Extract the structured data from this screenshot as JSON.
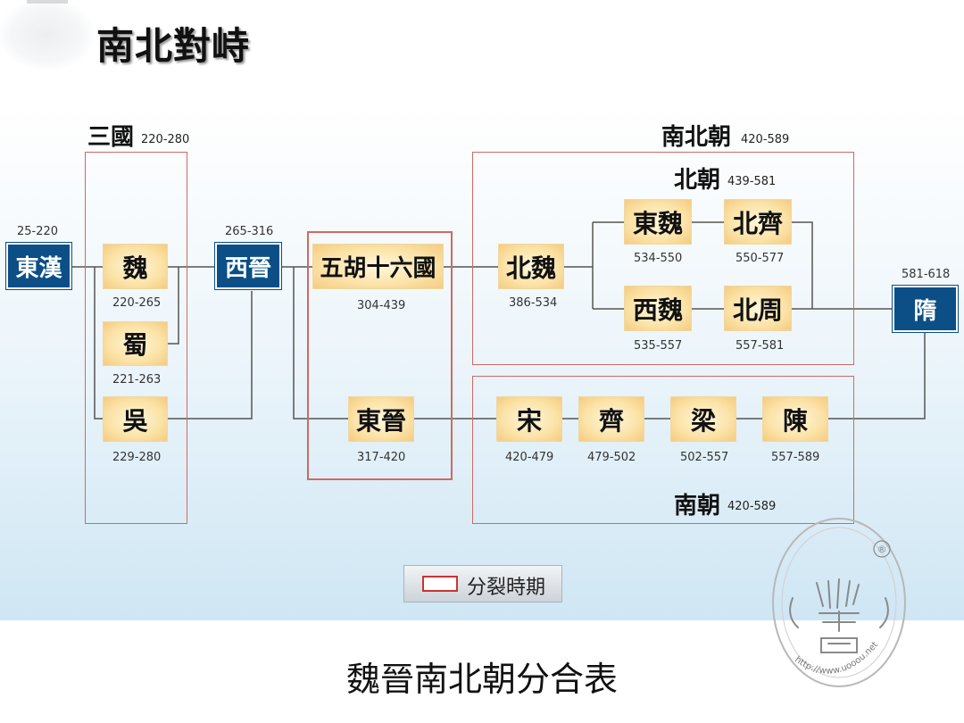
{
  "page": {
    "title": "南北對峙",
    "caption": "魏晉南北朝分合表"
  },
  "groups": {
    "three_kingdoms": {
      "label": "三國",
      "years": "220-280"
    },
    "north_south": {
      "label": "南北朝",
      "years": "420-589"
    },
    "northern": {
      "label": "北朝",
      "years": "439-581"
    },
    "southern": {
      "label": "南朝",
      "years": "420-589"
    }
  },
  "nodes": {
    "donghan": {
      "name": "東漢",
      "years": "25-220"
    },
    "wei": {
      "name": "魏",
      "years": "220-265"
    },
    "shu": {
      "name": "蜀",
      "years": "221-263"
    },
    "wu": {
      "name": "吳",
      "years": "229-280"
    },
    "xijin": {
      "name": "西晉",
      "years": "265-316"
    },
    "wuhu": {
      "name": "五胡十六國",
      "years": "304-439"
    },
    "dongjin": {
      "name": "東晉",
      "years": "317-420"
    },
    "beiwei": {
      "name": "北魏",
      "years": "386-534"
    },
    "dongwei": {
      "name": "東魏",
      "years": "534-550"
    },
    "beiqi": {
      "name": "北齊",
      "years": "550-577"
    },
    "xiwei": {
      "name": "西魏",
      "years": "535-557"
    },
    "beizhou": {
      "name": "北周",
      "years": "557-581"
    },
    "sui": {
      "name": "隋",
      "years": "581-618"
    },
    "song": {
      "name": "宋",
      "years": "420-479"
    },
    "qi": {
      "name": "齊",
      "years": "479-502"
    },
    "liang": {
      "name": "梁",
      "years": "502-557"
    },
    "chen": {
      "name": "陳",
      "years": "557-589"
    }
  },
  "legend": {
    "label": "分裂時期"
  },
  "watermark": {
    "registered": "®",
    "text": "http://www.uooou.net"
  },
  "colors": {
    "blue_node": "#0b4f86",
    "yellow_node": "#fbe2a6",
    "group_border": "#d06a60",
    "legend_border": "#cc3333"
  }
}
